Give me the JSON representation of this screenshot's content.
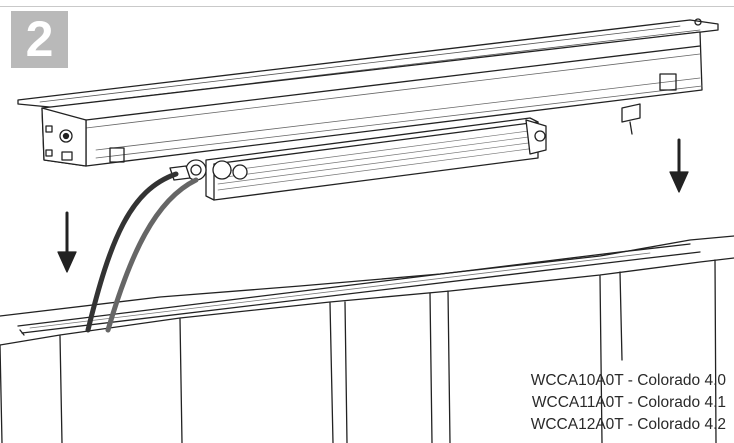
{
  "step": {
    "number": "2"
  },
  "models": [
    "WCCA10A0T - Colorado 4.0",
    "WCCA11A0T - Colorado 4.1",
    "WCCA12A0T - Colorado 4.2"
  ],
  "colors": {
    "badge": "#b9b9b9",
    "line": "#222222"
  },
  "icons": [
    "down-arrow-icon"
  ]
}
